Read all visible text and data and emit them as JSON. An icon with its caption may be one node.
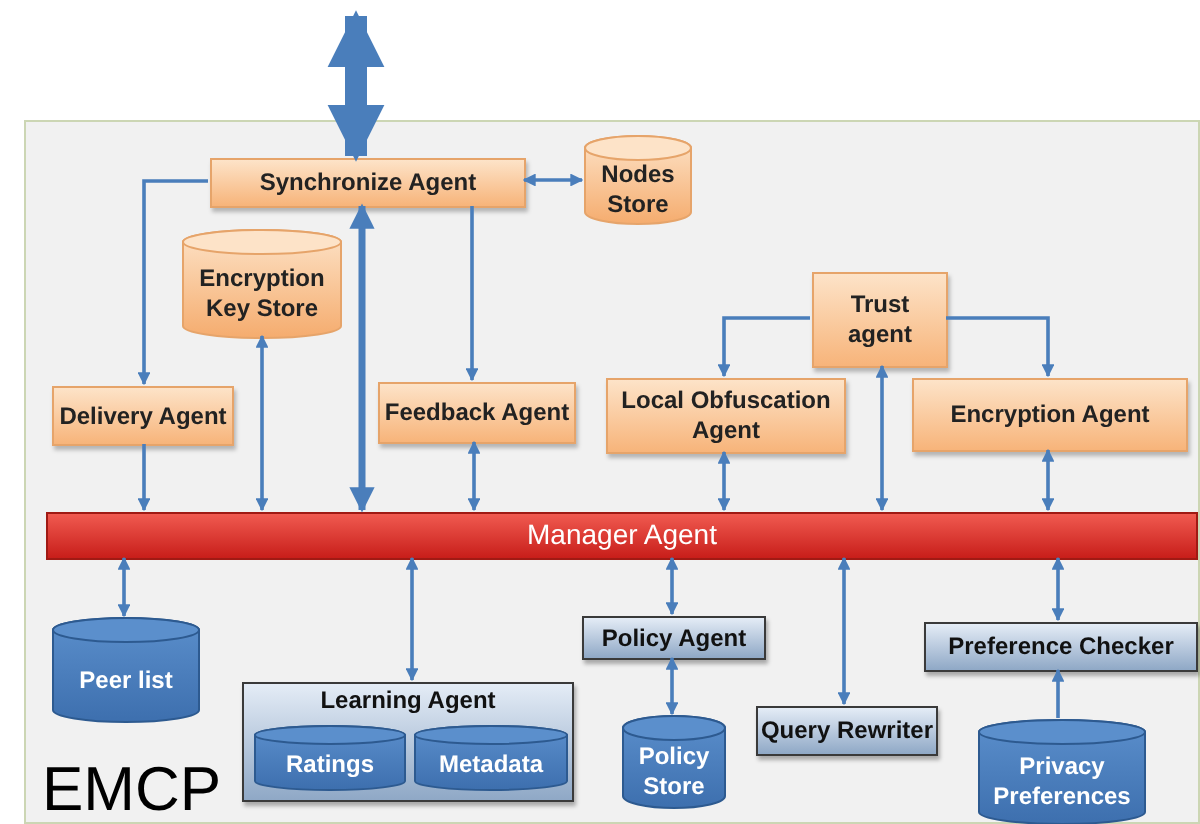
{
  "diagram": {
    "nodes": [
      {
        "text": [
          "EMCP"
        ]
      },
      {
        "text": [
          "Synchronize Agent"
        ],
        "in": 0
      },
      {
        "text": [
          "Nodes Store"
        ],
        "in": 0
      },
      {
        "text": [
          "Encryption Key Store"
        ],
        "in": 0
      },
      {
        "text": [
          "Trust agent"
        ],
        "in": 0
      },
      {
        "text": [
          "Delivery Agent"
        ],
        "in": 0
      },
      {
        "text": [
          "Feedback Agent"
        ],
        "in": 0
      },
      {
        "text": [
          "Local Obfuscation Agent"
        ],
        "in": 0
      },
      {
        "text": [
          "Encryption Agent"
        ],
        "in": 0
      },
      {
        "text": [
          "Manager Agent"
        ],
        "in": 0
      },
      {
        "text": [
          "Peer list"
        ],
        "in": 0
      },
      {
        "text": [
          "Learning Agent"
        ],
        "in": 0
      },
      {
        "text": [
          "Ratings"
        ],
        "in": 11
      },
      {
        "text": [
          "Metadata"
        ],
        "in": 11
      },
      {
        "text": [
          "Policy Agent"
        ],
        "in": 0
      },
      {
        "text": [
          "Policy Store"
        ],
        "in": 0
      },
      {
        "text": [
          "Query Rewriter"
        ],
        "in": 0
      },
      {
        "text": [
          "Preference Checker"
        ],
        "in": 0
      },
      {
        "text": [
          "Privacy Preferences"
        ],
        "in": 0
      }
    ],
    "edges": [
      {
        "from": null,
        "to": 1,
        "arrow": "both",
        "style": "thick"
      },
      {
        "from": 1,
        "to": 5,
        "arrow": "to"
      },
      {
        "from": 1,
        "to": 2,
        "arrow": "both"
      },
      {
        "from": 1,
        "to": 6,
        "arrow": "to"
      },
      {
        "from": 9,
        "to": 1,
        "arrow": "both",
        "style": "thick"
      },
      {
        "from": 5,
        "to": 9,
        "arrow": "to"
      },
      {
        "from": 9,
        "to": 3,
        "arrow": "both"
      },
      {
        "from": 6,
        "to": 9,
        "arrow": "both"
      },
      {
        "from": 4,
        "to": 7,
        "arrow": "to"
      },
      {
        "from": 4,
        "to": 8,
        "arrow": "to"
      },
      {
        "from": 9,
        "to": 4,
        "arrow": "both"
      },
      {
        "from": 7,
        "to": 9,
        "arrow": "both"
      },
      {
        "from": 8,
        "to": 9,
        "arrow": "both"
      },
      {
        "from": 9,
        "to": 10,
        "arrow": "both"
      },
      {
        "from": 9,
        "to": 11,
        "arrow": "both"
      },
      {
        "from": 9,
        "to": 14,
        "arrow": "both"
      },
      {
        "from": 14,
        "to": 15,
        "arrow": "both"
      },
      {
        "from": 9,
        "to": 16,
        "arrow": "both"
      },
      {
        "from": 9,
        "to": 17,
        "arrow": "both"
      },
      {
        "from": 18,
        "to": 17,
        "arrow": "to"
      }
    ]
  }
}
